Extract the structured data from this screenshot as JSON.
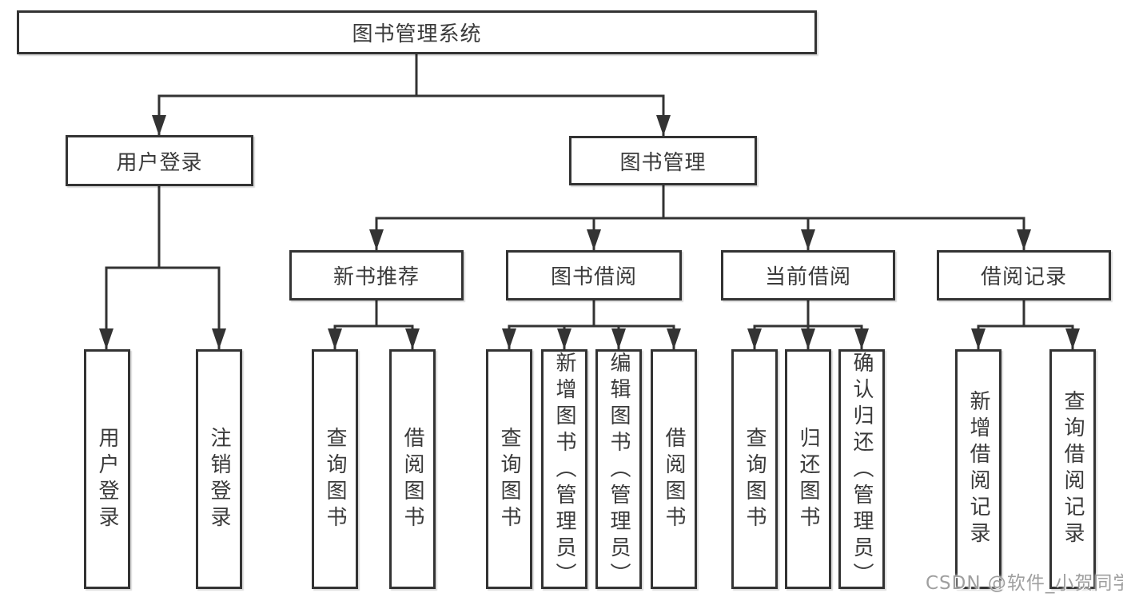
{
  "diagram": {
    "title": "图书管理系统",
    "root": {
      "label": "图书管理系统"
    },
    "branches": [
      {
        "label": "用户登录",
        "children": [
          {
            "label": "用户登录"
          },
          {
            "label": "注销登录"
          }
        ]
      },
      {
        "label": "图书管理",
        "children": [
          {
            "label": "新书推荐",
            "children": [
              {
                "label": "查询图书"
              },
              {
                "label": "借阅图书"
              }
            ]
          },
          {
            "label": "图书借阅",
            "children": [
              {
                "label": "查询图书"
              },
              {
                "label": "新增图书（管理员）"
              },
              {
                "label": "编辑图书（管理员）"
              },
              {
                "label": "借阅图书"
              }
            ]
          },
          {
            "label": "当前借阅",
            "children": [
              {
                "label": "查询图书"
              },
              {
                "label": "归还图书"
              },
              {
                "label": "确认归还（管理员）"
              }
            ]
          },
          {
            "label": "借阅记录",
            "children": [
              {
                "label": "新增借阅记录"
              },
              {
                "label": "查询借阅记录"
              }
            ]
          }
        ]
      }
    ]
  },
  "watermark": {
    "text": "CSDN @软件_小贺同学"
  },
  "colors": {
    "line": "#333333",
    "box_border": "#333333",
    "box_background": "#ffffff",
    "text": "#3a3a3a",
    "watermark_text": "#9f9f9f",
    "page_background": "#ffffff"
  }
}
